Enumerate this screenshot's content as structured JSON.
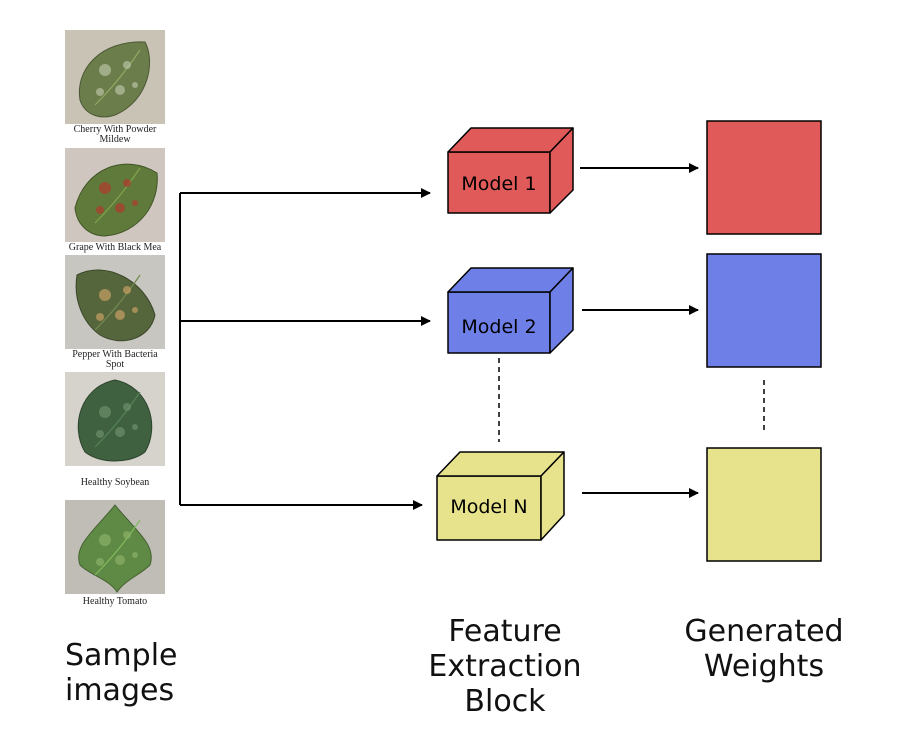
{
  "samples": [
    {
      "caption": "Cherry With Powder\nMildew",
      "icon": "cherry-leaf-powdery-mildew",
      "colors": {
        "bg": "#c9c3b6",
        "leaf": "#6b7d4a",
        "spot": "#b8c2a2"
      }
    },
    {
      "caption": "Grape With Black Mea",
      "icon": "grape-leaf-black-measles",
      "colors": {
        "bg": "#cfc7bf",
        "leaf": "#5f7a3a",
        "spot": "#b03a2e"
      }
    },
    {
      "caption": "Pepper With Bacteria\nSpot",
      "icon": "pepper-leaf-bacterial-spot",
      "colors": {
        "bg": "#c8c6c0",
        "leaf": "#55663c",
        "spot": "#c7a062"
      }
    },
    {
      "caption": "Healthy Soybean",
      "icon": "soybean-leaf-healthy",
      "colors": {
        "bg": "#d6d2cc",
        "leaf": "#3f6140",
        "spot": "#6f8f6a"
      }
    },
    {
      "caption": "Healthy Tomato",
      "icon": "tomato-leaf-healthy",
      "colors": {
        "bg": "#c0bcb6",
        "leaf": "#5f8a45",
        "spot": "#8bb06a"
      }
    }
  ],
  "models": [
    {
      "label": "Model 1",
      "color": "#e05a5a"
    },
    {
      "label": "Model 2",
      "color": "#6f7fe8"
    },
    {
      "label": "Model N",
      "color": "#e6e38c"
    }
  ],
  "weights": [
    {
      "color": "#e05a5a"
    },
    {
      "color": "#6f7fe8"
    },
    {
      "color": "#e6e38c"
    }
  ],
  "labels": {
    "sample": "Sample\nimages",
    "feature": "Feature\nExtraction\nBlock",
    "weights": "Generated\nWeights"
  }
}
